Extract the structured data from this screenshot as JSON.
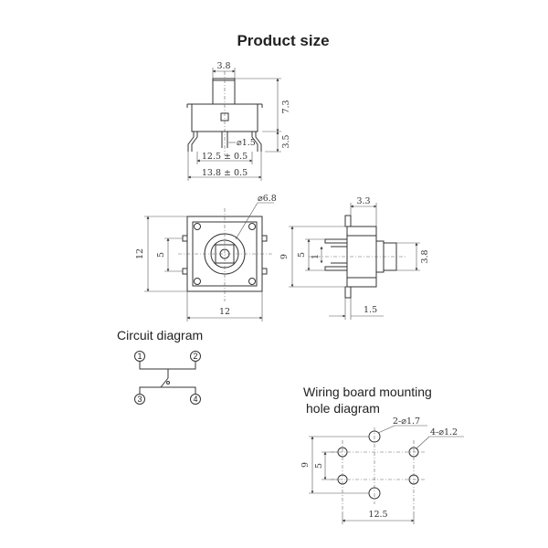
{
  "titles": {
    "product": "Product size",
    "circuit": "Circuit diagram",
    "wiring_1": "Wiring board mounting",
    "wiring_2": "hole diagram"
  },
  "dims": {
    "top_width": "3.8",
    "height_top": "7.3",
    "height_low": "3.5",
    "stem_dia": "⌀1.5",
    "body_width": "12.5 ± 0.5",
    "total_width": "13.8 ± 0.5",
    "cap_dia": "⌀6.8",
    "plan_height": "12",
    "plan_inner": "5",
    "plan_width": "12",
    "side_top": "3.3",
    "side_h": "9",
    "side_inner": "5",
    "side_one": "1",
    "side_cap": "3.8",
    "side_base": "1.5",
    "hole_a": "2-⌀1.7",
    "hole_b": "4-⌀1.2",
    "hole_h": "9",
    "hole_inner": "5",
    "hole_w": "12.5"
  },
  "pins": [
    "1",
    "2",
    "3",
    "4"
  ]
}
